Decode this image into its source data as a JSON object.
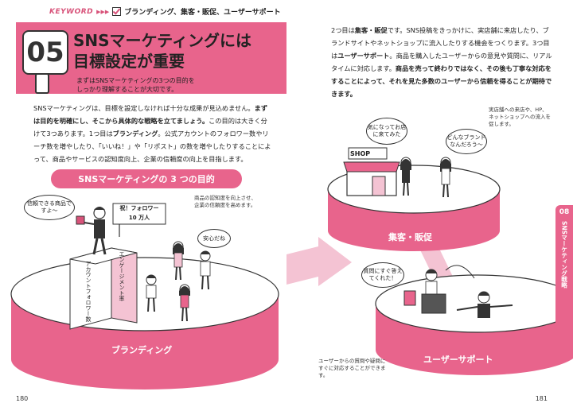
{
  "left": {
    "keyword_tag": "KEYWORD",
    "keyword_arrows": "▶▶▶",
    "keyword_text": "ブランディング、集客・販促、ユーザーサポート",
    "number": "05",
    "title_line1": "SNSマーケティングには",
    "title_line2": "目標設定が重要",
    "subtitle_line1": "まずはSNSマーケティングの3つの目的を",
    "subtitle_line2": "しっかり理解することが大切です。",
    "para_1": "SNSマーケティングは、目標を設定しなければ十分な成果が見込めません。",
    "para_1_bold": "まずは目的を明確にし、そこから具体的な戦略を立てましょう。",
    "para_2": "この目的は大きく分けて3つあります。1つ目は",
    "para_2_bold": "ブランディング",
    "para_3": "。公式アカウントのフォロワー数やリーチ数を増やしたり、「いいね！」や「リポスト」の数を増やしたりすることによって、商品やサービスの認知度向上、企業の信頼度の向上を目指します。",
    "section_heading": "SNSマーケティングの 3 つの目的",
    "bubble_trust": "信頼できる商品ですよ〜",
    "sign_top": "祝！フォロワー",
    "sign_bottom": "10 万人",
    "note_trust": "商品の認知度を向上させ、企業の信頼度を高めます。",
    "bubble_anshin": "安心だね",
    "bar_engagement": "エンゲージメント率",
    "bar_followers": "アカウントフォロワー数",
    "disk_branding": "ブランディング",
    "page_number": "180"
  },
  "right": {
    "para_1": "2つ目は",
    "para_1_bold": "集客・販促",
    "para_2": "です。SNS投稿をきっかけに、実店舗に来店したり、ブランドサイトやネットショップに流入したりする機会をつくります。3つ目は",
    "para_2_bold": "ユーザーサポート",
    "para_3": "。商品を購入したユーザーからの意見や質問に、リアルタイムに対応します。",
    "para_3_bold": "商品を売って終わりではなく、その後も丁寧な対応をすることによって、それを見た多数のユーザーから信頼を得ることが期待できます。",
    "note_store": "実店舗への来店や、HP、ネットショップへの流入を促します。",
    "bubble_kita": "気になってお店に来てみた",
    "bubble_brand": "どんなブランドなんだろう〜",
    "shop_sign": "SHOP",
    "disk_sales": "集客・販促",
    "bubble_question": "質問にすぐ答えてくれた！",
    "note_support": "ユーザーからの質問や疑問にすぐに対応することができます。",
    "disk_support": "ユーザーサポート",
    "tab_number": "08",
    "tab_text": "SNSマーケティング戦略",
    "page_number": "181"
  },
  "colors": {
    "accent": "#e8648c",
    "accent_light": "#f4c3d3",
    "ink": "#222222"
  }
}
